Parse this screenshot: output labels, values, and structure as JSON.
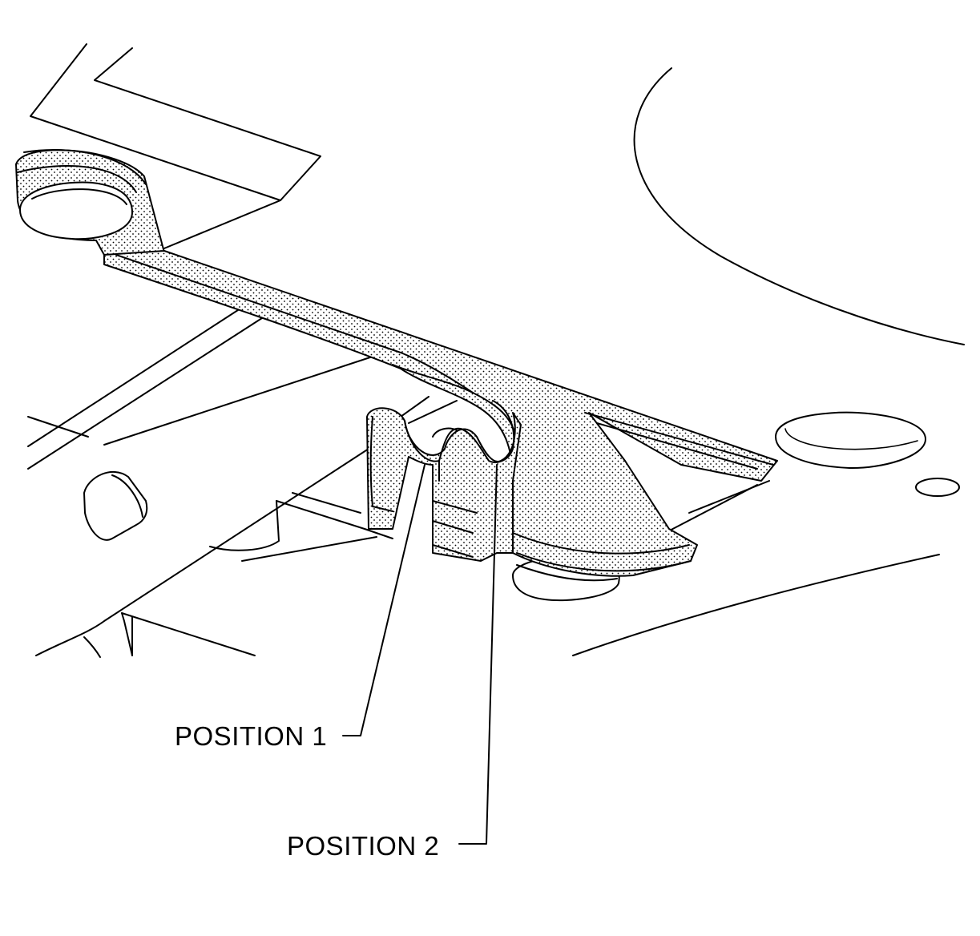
{
  "callouts": [
    {
      "id": "position-1",
      "label": "POSITION 1"
    },
    {
      "id": "position-2",
      "label": "POSITION 2"
    }
  ],
  "colors": {
    "stroke": "#000000",
    "background": "#ffffff",
    "stipple": "#000000"
  }
}
